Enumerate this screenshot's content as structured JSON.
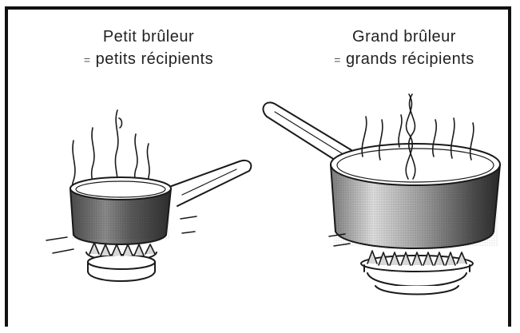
{
  "left": {
    "title": "Petit brûleur",
    "eq": "=",
    "subtitle": "petits récipients"
  },
  "right": {
    "title": "Grand brûleur",
    "eq": "=",
    "subtitle": "grands récipients"
  },
  "colors": {
    "line": "#1a1a1a",
    "pan_shade": "#6a6a6a",
    "flame": "#2a2a2a"
  }
}
